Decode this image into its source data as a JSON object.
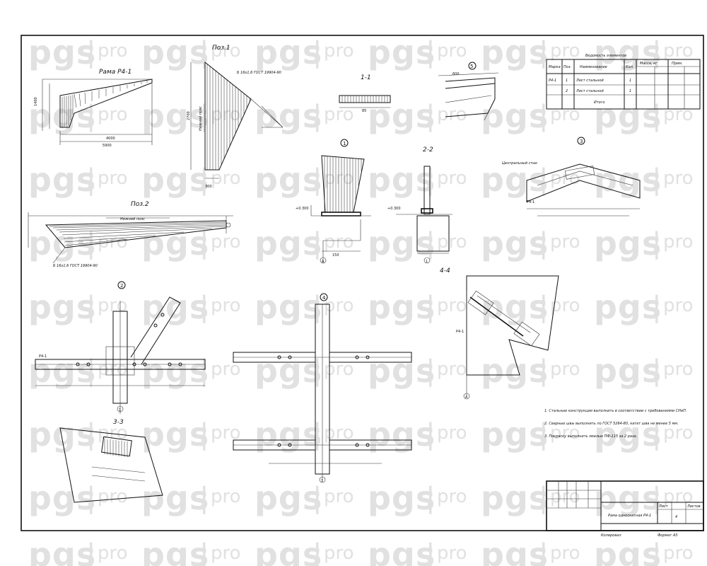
{
  "watermark": {
    "brand": "pgs",
    "separator": "|",
    "suffix": "pro"
  },
  "views": {
    "frame_title": "Рама Р4-1",
    "pos1": "Поз.1",
    "pos2": "Поз.2",
    "sec_1_1": "1-1",
    "sec_2_2": "2-2",
    "sec_3_3": "3-3",
    "sec_4_4": "4-4",
    "node1": "1",
    "node2": "2",
    "node3": "3",
    "node4": "4",
    "node5": "5"
  },
  "labels": {
    "level_300": "+0.300",
    "axis_a": "A",
    "axis_1": "1",
    "pos1_note": "Нижний пояс",
    "pos2_note": "Нижний пояс",
    "pos2_steel": "Б 16х1,6 ГОСТ 19904-90",
    "beam_label": "Р4-1",
    "col_label": "Р4-1"
  },
  "spec": {
    "title": "Ведомость элементов",
    "headers": [
      "Марка",
      "Поз.",
      "Наименование",
      "Кол.",
      "Масса, кг",
      "Прим."
    ],
    "rows": [
      [
        "Р4-1",
        "1",
        "Лист стальной",
        "1",
        "",
        ""
      ],
      [
        "",
        "2",
        "Лист стальной",
        "1",
        "",
        ""
      ],
      [
        "",
        "",
        "Итого",
        "",
        "",
        ""
      ]
    ]
  },
  "notes": [
    "1. Стальные конструкции выполнить в соответствии с требованиями СНиП.",
    "2. Сварные швы выполнить по ГОСТ 5264-80, катет шва не менее 5 мм.",
    "3. Покраску выполнить эмалью ПФ-115 за 2 раза."
  ],
  "stamp": {
    "sheet_label": "Лист",
    "sheets_label": "Листов",
    "sheet_no": "4",
    "caption": "Рама односкатная Р4-1",
    "format": "Формат А3",
    "copied": "Копировал"
  }
}
